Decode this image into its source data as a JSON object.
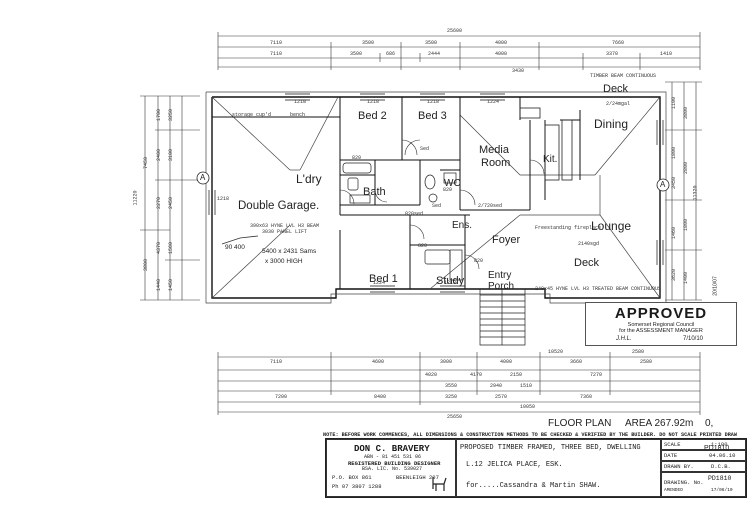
{
  "rooms": {
    "deck_top": "Deck",
    "dining": "Dining",
    "bed2": "Bed 2",
    "bed3": "Bed 3",
    "media": "Media",
    "media2": "Room",
    "kitchen": "Kit.",
    "laundry": "L'dry",
    "bath": "Bath",
    "wc": "WC",
    "garage": "Double Garage.",
    "ens": "Ens.",
    "foyer": "Foyer",
    "lounge": "Lounge",
    "entry": "Entry",
    "porch": "Porch",
    "deck_bottom": "Deck",
    "bed1": "Bed 1",
    "study": "Study"
  },
  "notes": {
    "storage": "storage cup'd",
    "bench": "bench",
    "beam_top": "TIMBER BEAM CONTINUOUS",
    "deck_label": "2/24mgal",
    "garage_beam": "390x63 HYNE LVL H3 BEAM",
    "garage_beam2": "3030 PANEL LIFT",
    "handwritten1": "5400 x 2431 Sams",
    "handwritten2": "x 3000 HIGH",
    "handwritten3": "90 400",
    "bottom_beam": "240x45 HYNE LVL H3 TREATED BEAM CONTINUOUS",
    "freestanding": "Freestanding fireplace",
    "sed1": "Sed",
    "sed2": "Sed",
    "v820a": "820",
    "v820b": "820sed",
    "v820c": "820",
    "v820d": "820",
    "v2720": "2/720sed",
    "v2140": "2140sgd",
    "v1218_garage": "1218",
    "v1224_bed1": "1224",
    "v1218_study": "1218",
    "v1218_bed2": "1218",
    "v1218_bed3": "1218",
    "v1224_media": "1224",
    "v1218_top": "1218",
    "v820_wc": "820"
  },
  "dims": {
    "top_total": "25600",
    "top_row1": [
      "7110",
      "3500",
      "3500",
      "4000",
      "7660"
    ],
    "top_row2": [
      "7110",
      "3500",
      "686",
      "2444",
      "4000",
      "3430",
      "3370",
      "1410"
    ],
    "bottom_row1": [
      "7110",
      "4600",
      "3000",
      "4000",
      "3660",
      "2580"
    ],
    "bottom_row2": [
      "4020",
      "4170",
      "2150",
      "7270"
    ],
    "bottom_row3": [
      "3550",
      "2940",
      "1510"
    ],
    "bottom_row4": [
      "3250",
      "2570",
      "7360"
    ],
    "bottom_row5": [
      "7200",
      "8400",
      "10050"
    ],
    "bottom_total": "25650",
    "left_total": "11220",
    "left_col1": [
      "7450",
      "3800"
    ],
    "left_col2": [
      "1700",
      "2400",
      "2270",
      "4370",
      "1440"
    ],
    "left_col3": [
      "3250",
      "3100",
      "2450",
      "1560",
      "1450"
    ],
    "right_total": "11320",
    "right_col1": [
      "1100",
      "1800",
      "3450",
      "1460",
      "3620"
    ],
    "right_col2": [
      "3800",
      "2800",
      "1800",
      "1400"
    ],
    "mid_right": [
      "10520",
      "2580"
    ]
  },
  "markers": {
    "left_a": "A",
    "right_a": "A"
  },
  "stamp": {
    "title": "APPROVED",
    "line1": "Somerset Regional Council",
    "line2": "for the ASSESSMENT MANAGER",
    "sig": "J.H.L.",
    "date": "7/10/10",
    "ref": "20/10/07"
  },
  "plan_title": "FLOOR PLAN",
  "area": "AREA 267.92m",
  "area_suffix": "0,",
  "note_line": "NOTE: BEFORE WORK COMMENCES, ALL DIMENSIONS & CONSTRUCTION METHODS TO BE CHECKED & VERIFIED BY THE BUILDER. DO NOT SCALE PRINTED DRAW",
  "title_block": {
    "designer": "DON C. BRAVERY",
    "abn": "ABN - 81 451 531 06",
    "reg": "REGISTERED BUILDING DESIGNER",
    "bsa": "BSA. LIC. No. 539027",
    "po": "P.O. BOX 861",
    "town": "BEENLEIGH 207",
    "ph": "Ph 07 3807 1288",
    "project1": "PROPOSED TIMBER FRAMED, THREE BED, DWELLING",
    "project2": "L.12 JELICA PLACE,  ESK.",
    "project3": "for.....Cassandra & Martin SHAW.",
    "scale_label": "SCALE",
    "scale_value": "1:100",
    "date_label": "DATE",
    "date_value": "04.06.10",
    "drawn_label": "DRAWN BY.",
    "drawn_value": "D.C.B.",
    "drawing_label": "DRAWING. No.",
    "drawing_ref": "PD1810",
    "drawing_no": "PD1810",
    "drawing_sub": "17/06/10",
    "amended": "AMENDED"
  }
}
